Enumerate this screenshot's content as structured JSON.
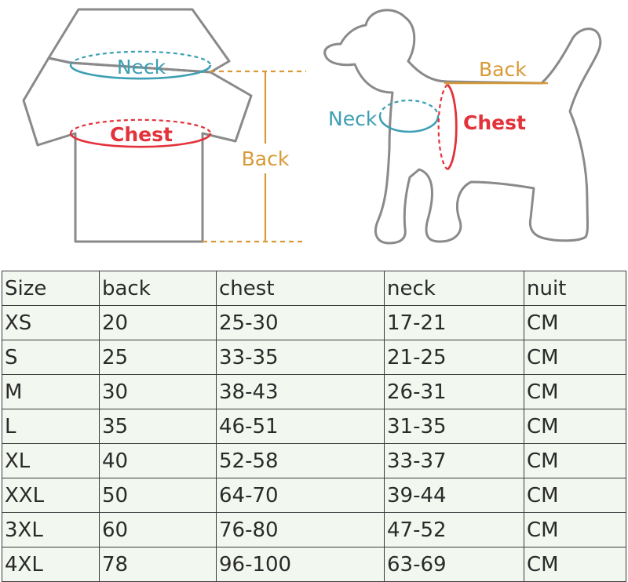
{
  "diagram": {
    "shirt": {
      "neck": "Neck",
      "chest": "Chest",
      "back": "Back"
    },
    "dog": {
      "neck": "Neck",
      "chest": "Chest",
      "back": "Back"
    }
  },
  "colors": {
    "neck": "#3d9fb4",
    "chest": "#e2323a",
    "back": "#d79a36",
    "outline": "#8a8a8a",
    "table_bg": "#f2f8ef"
  },
  "table": {
    "headers": [
      "Size",
      "back",
      "chest",
      "neck",
      "nuit"
    ],
    "rows": [
      [
        "XS",
        "20",
        "25-30",
        "17-21",
        "CM"
      ],
      [
        "S",
        "25",
        "33-35",
        "21-25",
        "CM"
      ],
      [
        "M",
        "30",
        "38-43",
        "26-31",
        "CM"
      ],
      [
        "L",
        "35",
        "46-51",
        "31-35",
        "CM"
      ],
      [
        "XL",
        "40",
        "52-58",
        "33-37",
        "CM"
      ],
      [
        "XXL",
        "50",
        "64-70",
        "39-44",
        "CM"
      ],
      [
        "3XL",
        "60",
        "76-80",
        "47-52",
        "CM"
      ],
      [
        "4XL",
        "78",
        "96-100",
        "63-69",
        "CM"
      ]
    ]
  }
}
